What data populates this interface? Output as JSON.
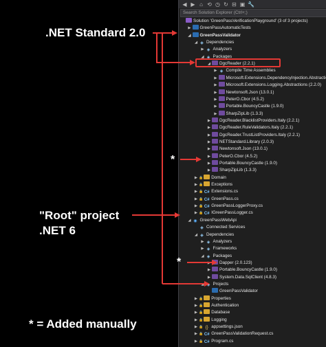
{
  "annotations": {
    "netstandard_label": ".NET Standard 2.0",
    "root_line1": "\"Root\" project",
    "root_line2": ".NET 6",
    "added_manually": "* = Added manually",
    "star": "*"
  },
  "search": {
    "placeholder": "Search Solution Explorer (Ctrl+;)"
  },
  "tree": [
    {
      "label": "Solution 'GreenPassVerificationPlayground' (3 of 3 projects)",
      "icon": "sln",
      "indent": 0,
      "exp": ""
    },
    {
      "label": "GreenPassAutomaticTests",
      "icon": "proj",
      "indent": 1,
      "exp": "▶"
    },
    {
      "label": "GreenPassValidator",
      "icon": "proj",
      "indent": 1,
      "exp": "◢",
      "bold": true
    },
    {
      "label": "Dependencies",
      "icon": "dep",
      "indent": 2,
      "exp": "◢"
    },
    {
      "label": "Analyzers",
      "icon": "dep",
      "indent": 3,
      "exp": "▶"
    },
    {
      "label": "Packages",
      "icon": "dep",
      "indent": 3,
      "exp": "◢"
    },
    {
      "label": "DgcReader (2.2.1)",
      "icon": "pkg",
      "indent": 4,
      "exp": "◢"
    },
    {
      "label": "Compile Time Assemblies",
      "icon": "dep",
      "indent": 5,
      "exp": "▶"
    },
    {
      "label": "Microsoft.Extensions.DependencyInjection.Abstractions",
      "icon": "pkg",
      "indent": 5,
      "exp": "▶"
    },
    {
      "label": "Microsoft.Extensions.Logging.Abstractions (2.2.0)",
      "icon": "pkg",
      "indent": 5,
      "exp": "▶"
    },
    {
      "label": "Newtonsoft.Json (13.0.1)",
      "icon": "pkg",
      "indent": 5,
      "exp": "▶"
    },
    {
      "label": "PeterO.Cbor (4.5.2)",
      "icon": "pkg",
      "indent": 5,
      "exp": "▶"
    },
    {
      "label": "Portable.BouncyCastle (1.9.0)",
      "icon": "pkg",
      "indent": 5,
      "exp": "▶"
    },
    {
      "label": "SharpZipLib (1.3.3)",
      "icon": "pkg",
      "indent": 5,
      "exp": "▶"
    },
    {
      "label": "DgcReader.BlacklistProviders.Italy (2.2.1)",
      "icon": "pkg",
      "indent": 4,
      "exp": "▶"
    },
    {
      "label": "DgcReader.RuleValidators.Italy (2.2.1)",
      "icon": "pkg",
      "indent": 4,
      "exp": "▶"
    },
    {
      "label": "DgcReader.TrustListProviders.Italy (2.2.1)",
      "icon": "pkg",
      "indent": 4,
      "exp": "▶"
    },
    {
      "label": "NETStandard.Library (2.0.3)",
      "icon": "pkg",
      "indent": 4,
      "exp": "▶"
    },
    {
      "label": "Newtonsoft.Json (13.0.1)",
      "icon": "pkg",
      "indent": 4,
      "exp": "▶"
    },
    {
      "label": "PeterO.Cbor (4.5.2)",
      "icon": "pkg",
      "indent": 4,
      "exp": "▶"
    },
    {
      "label": "Portable.BouncyCastle (1.9.0)",
      "icon": "pkg",
      "indent": 4,
      "exp": "▶"
    },
    {
      "label": "SharpZipLib (1.3.3)",
      "icon": "pkg",
      "indent": 4,
      "exp": "▶"
    },
    {
      "label": "Domain",
      "icon": "folder",
      "indent": 2,
      "exp": "▶",
      "lock": true
    },
    {
      "label": "Exceptions",
      "icon": "folder",
      "indent": 2,
      "exp": "▶",
      "lock": true
    },
    {
      "label": "Extensions.cs",
      "icon": "cs",
      "indent": 2,
      "exp": "▶",
      "lock": true
    },
    {
      "label": "GreenPass.cs",
      "icon": "cs",
      "indent": 2,
      "exp": "▶",
      "lock": true
    },
    {
      "label": "GreenPassLoggerProxy.cs",
      "icon": "cs",
      "indent": 2,
      "exp": "▶",
      "lock": true
    },
    {
      "label": "IGreenPassLogger.cs",
      "icon": "cs",
      "indent": 2,
      "exp": "▶",
      "lock": true
    },
    {
      "label": "GreenPassWebApi",
      "icon": "globe",
      "indent": 1,
      "exp": "◢"
    },
    {
      "label": "Connected Services",
      "icon": "dep",
      "indent": 2,
      "exp": ""
    },
    {
      "label": "Dependencies",
      "icon": "dep",
      "indent": 2,
      "exp": "◢"
    },
    {
      "label": "Analyzers",
      "icon": "dep",
      "indent": 3,
      "exp": "▶"
    },
    {
      "label": "Frameworks",
      "icon": "dep",
      "indent": 3,
      "exp": "▶"
    },
    {
      "label": "Packages",
      "icon": "dep",
      "indent": 3,
      "exp": "◢"
    },
    {
      "label": "Dapper (2.0.123)",
      "icon": "pkg",
      "indent": 4,
      "exp": "▶"
    },
    {
      "label": "Portable.BouncyCastle (1.9.0)",
      "icon": "pkg",
      "indent": 4,
      "exp": "▶"
    },
    {
      "label": "System.Data.SqlClient (4.8.3)",
      "icon": "pkg",
      "indent": 4,
      "exp": "▶"
    },
    {
      "label": "Projects",
      "icon": "dep",
      "indent": 3,
      "exp": "◢"
    },
    {
      "label": "GreenPassValidator",
      "icon": "proj",
      "indent": 4,
      "exp": ""
    },
    {
      "label": "Properties",
      "icon": "folder",
      "indent": 2,
      "exp": "▶",
      "lock": true
    },
    {
      "label": "Authentication",
      "icon": "folder",
      "indent": 2,
      "exp": "▶",
      "lock": true
    },
    {
      "label": "Database",
      "icon": "folder",
      "indent": 2,
      "exp": "▶",
      "lock": true
    },
    {
      "label": "Logging",
      "icon": "folder",
      "indent": 2,
      "exp": "▶",
      "lock": true
    },
    {
      "label": "appsettings.json",
      "icon": "json",
      "indent": 2,
      "exp": "▶",
      "lock": true
    },
    {
      "label": "GreenPassValidationRequest.cs",
      "icon": "cs",
      "indent": 2,
      "exp": "▶",
      "lock": true
    },
    {
      "label": "Program.cs",
      "icon": "cs",
      "indent": 2,
      "exp": "▶",
      "lock": true
    }
  ],
  "colors": {
    "arrow": "#e53935",
    "highlight_box": "#e53935"
  }
}
